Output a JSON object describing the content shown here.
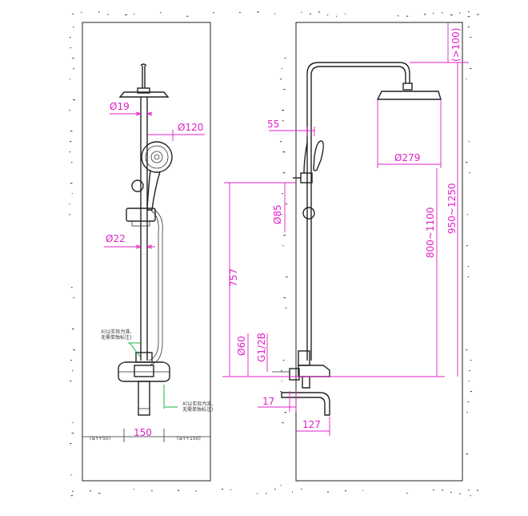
{
  "front_view": {
    "dims": {
      "pipe_top_dia": "Ø19",
      "handshower_dia": "Ø120",
      "riser_dia": "Ø22",
      "spacing": "150",
      "left_clear": "(≥Y+50)",
      "right_clear": "(≥Y+150)"
    },
    "notes": {
      "note_left": "X(以实际为准,",
      "note_left_2": "无需单独标注)",
      "note_right": "X(以实际为准,",
      "note_right_2": "无需单独标注)"
    }
  },
  "side_view": {
    "dims": {
      "top_clear": "(>100)",
      "head_dia": "Ø279",
      "handle_offset": "55",
      "bracket_dia": "Ø85",
      "height_mid": "757",
      "mixer_dia": "Ø60",
      "thread": "G1/2B",
      "height_total_range": "950~1250",
      "height_inner_range": "800~1100",
      "wall_offset": "17",
      "spout_len": "127"
    }
  },
  "colors": {
    "dimension": "#e020c8",
    "outline": "#222222",
    "note": "#1a9a3a"
  }
}
